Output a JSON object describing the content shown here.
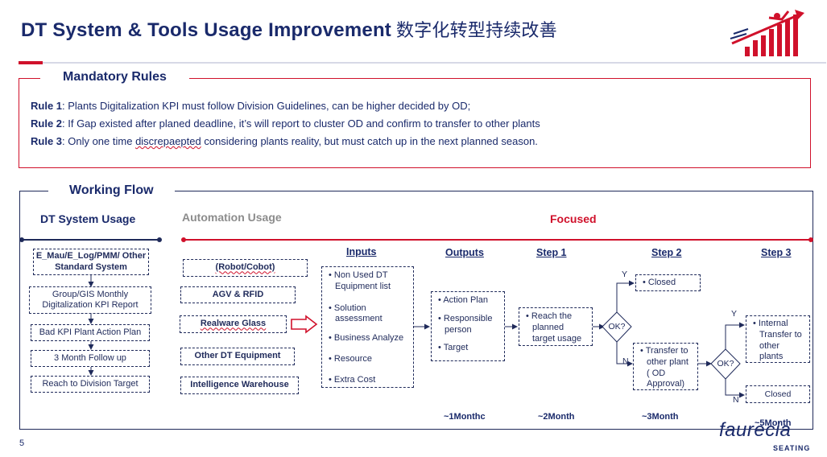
{
  "header": {
    "title": "DT System & Tools Usage Improvement",
    "title_cn": "数字化转型持续改善"
  },
  "rules": {
    "section_title": "Mandatory Rules",
    "items": [
      {
        "label": "Rule 1",
        "text": ": Plants Digitalization KPI must follow Division Guidelines, can be higher decided by OD;"
      },
      {
        "label": "Rule 2",
        "text": ": If Gap existed after planed deadline, it’s will report to cluster OD and confirm to transfer to other plants"
      },
      {
        "label": "Rule 3",
        "text_before": ": Only one time ",
        "text_wavy": "discrepaepted",
        "text_after": " considering plants reality, but must catch up in the next planned season."
      }
    ]
  },
  "flow": {
    "section_title": "Working Flow",
    "dt_head": "DT System Usage",
    "auto_head": "Automation Usage",
    "focused_head": "Focused",
    "dt_steps": [
      "E_Mau/E_Log/PMM/ Other Standard System",
      "Group/GIS Monthly Digitalization KPI Report",
      "Bad KPI Plant Action Plan",
      "3 Month Follow up",
      "Reach to Division Target"
    ],
    "automation_items": [
      "(Robot/Cobot)",
      "AGV & RFID",
      "Realware Glass",
      "Other DT Equipment",
      "Intelligence Warehouse"
    ],
    "inputs": {
      "head": "Inputs",
      "items": [
        "Non Used DT Equipment list",
        "Solution assessment",
        "Business Analyze",
        "Resource",
        "Extra Cost"
      ]
    },
    "outputs": {
      "head": "Outputs",
      "items": [
        "Action Plan",
        "Responsible person",
        "Target"
      ],
      "duration": "~1Monthc"
    },
    "step1": {
      "head": "Step 1",
      "text": "Reach the planned target usage",
      "duration": "~2Month"
    },
    "step2": {
      "head": "Step 2",
      "decision": "OK?",
      "yes": "Y",
      "no": "N",
      "closed": "Closed",
      "transfer": "Transfer to other plant ( OD Approval)",
      "duration": "~3Month"
    },
    "step3": {
      "head": "Step 3",
      "decision": "OK?",
      "yes": "Y",
      "no": "N",
      "internal": "Internal Transfer to other plants",
      "closed": "Closed",
      "duration": "~5Month"
    }
  },
  "footer": {
    "page_number": "5",
    "brand": "faurecia",
    "brand_sub": "SEATING"
  },
  "colors": {
    "navy": "#1a2a6b",
    "red": "#d0112b"
  }
}
